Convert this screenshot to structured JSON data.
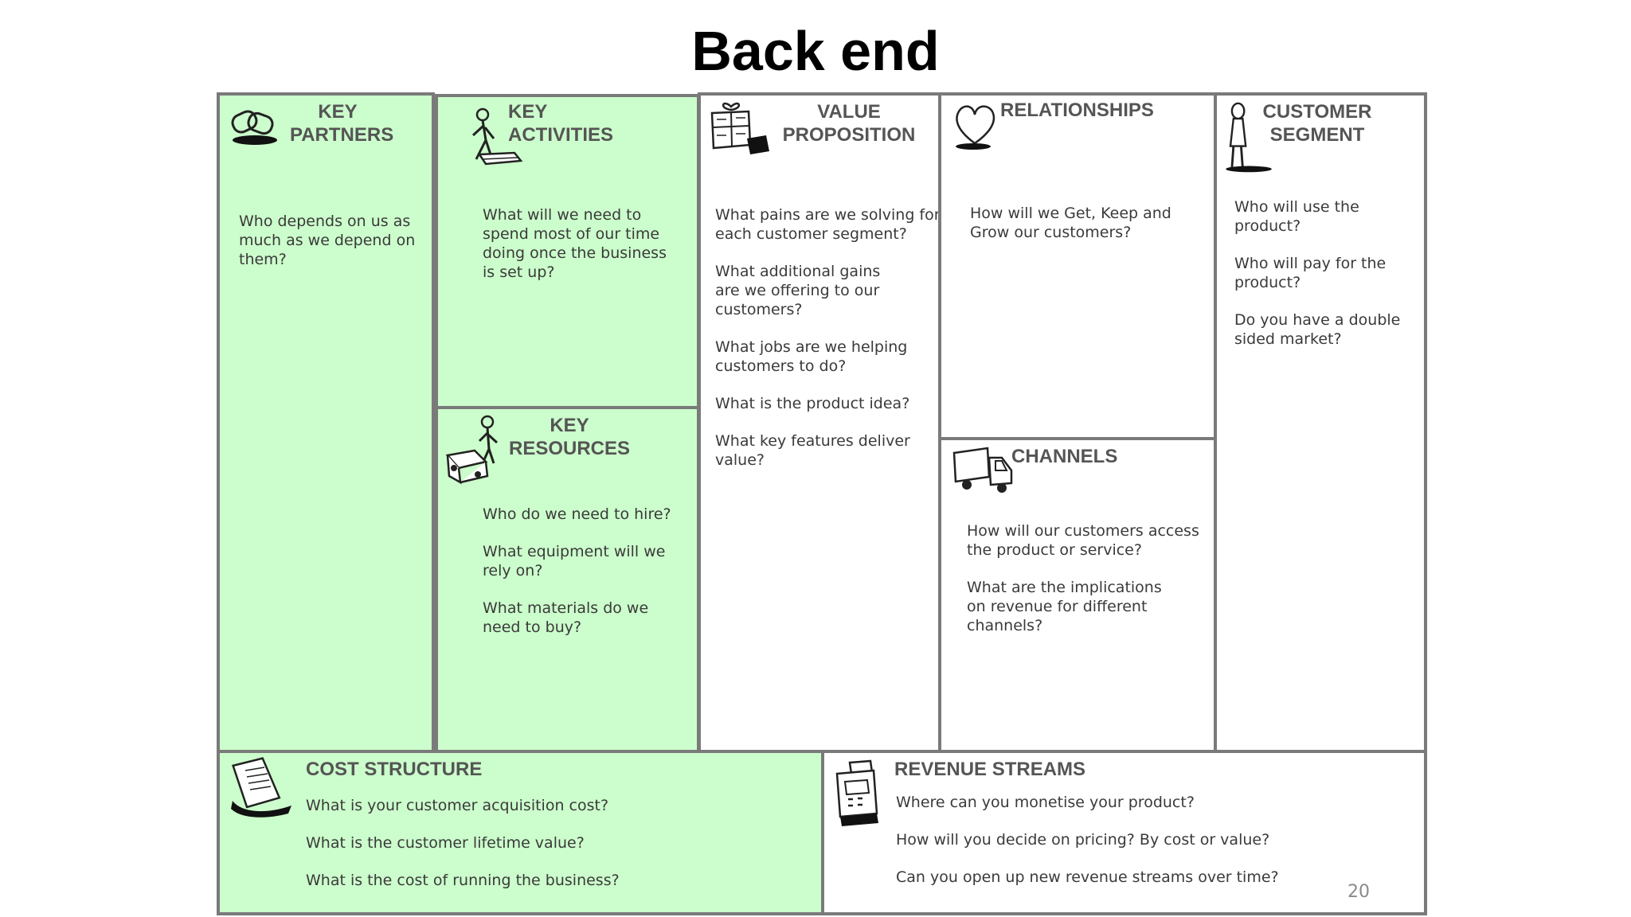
{
  "slide": {
    "title": "Back end",
    "page_number": "20"
  },
  "colors": {
    "highlight_fill": "#ccfdcc",
    "border": "#7a7a7a",
    "heading_text": "#555555"
  },
  "canvas": {
    "key_partners": {
      "icon": "chain-links-icon",
      "heading": [
        "KEY",
        "PARTNERS"
      ],
      "questions": [
        "Who depends on us as much as we depend on them?"
      ]
    },
    "key_activities": {
      "icon": "person-working-icon",
      "heading": [
        "KEY",
        "ACTIVITIES"
      ],
      "questions": [
        "What will we need to spend most of our time doing once the business is set up?"
      ]
    },
    "key_resources": {
      "icon": "person-with-crates-icon",
      "heading": [
        "KEY",
        "RESOURCES"
      ],
      "questions": [
        "Who do we need to hire?",
        "What equipment will we rely on?",
        "What materials do we need to buy?"
      ]
    },
    "value_proposition": {
      "icon": "gift-box-icon",
      "heading": [
        "VALUE",
        "PROPOSITION"
      ],
      "questions": [
        "What pains are we solving for each customer segment?",
        "What additional gains are we offering to our customers?",
        "What jobs are we helping customers to do?",
        "What is the product idea?",
        "What key features deliver value?"
      ]
    },
    "relationships": {
      "icon": "heart-icon",
      "heading": [
        "RELATIONSHIPS"
      ],
      "questions": [
        "How will we Get, Keep and Grow our customers?"
      ]
    },
    "channels": {
      "icon": "delivery-truck-icon",
      "heading": [
        "CHANNELS"
      ],
      "questions": [
        "How will our customers access the product or service?",
        "What are the implications on revenue for different channels?"
      ]
    },
    "customer_segment": {
      "icon": "standing-person-icon",
      "heading": [
        "CUSTOMER",
        "SEGMENT"
      ],
      "questions": [
        "Who will use the product?",
        "Who will pay for the product?",
        "Do you have a double sided market?"
      ]
    },
    "cost_structure": {
      "icon": "receipt-icon",
      "heading": [
        "COST STRUCTURE"
      ],
      "questions": [
        "What is your customer acquisition cost?",
        "What is the customer lifetime value?",
        "What is the cost of running the business?"
      ]
    },
    "revenue_streams": {
      "icon": "cash-register-icon",
      "heading": [
        "REVENUE STREAMS"
      ],
      "questions": [
        "Where can you monetise your product?",
        "How will you decide on pricing? By cost or value?",
        "Can you open up new revenue streams over time?"
      ]
    }
  }
}
